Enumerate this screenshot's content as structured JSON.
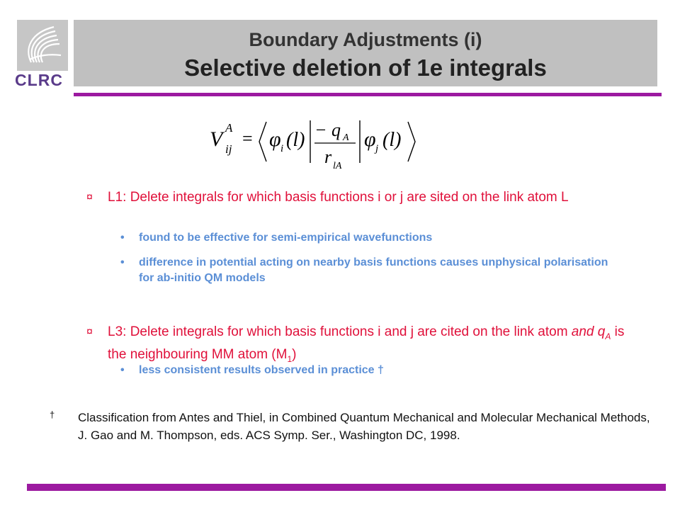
{
  "logo": {
    "text": "CLRC"
  },
  "header": {
    "title": "Boundary Adjustments (i)",
    "subtitle": "Selective deletion of 1e integrals"
  },
  "formula": {
    "lhs_symbol": "V",
    "lhs_sub": "ij",
    "lhs_sup": "A",
    "equals": "=",
    "phi_i": "φ",
    "phi_i_sub": "i",
    "arg_i": "(l)",
    "numerator": "− q",
    "numerator_sub": "A",
    "denominator": "r",
    "denominator_sub": "lA",
    "phi_j": "φ",
    "phi_j_sub": "j",
    "arg_j": "(l)"
  },
  "items": [
    {
      "marker": "¤",
      "text": "L1: Delete integrals for which basis functions i or j are sited on the link atom L",
      "subs": [
        "found to be effective for semi-empirical wavefunctions",
        "difference in potential acting on nearby basis functions causes unphysical polarisation for ab-initio QM models"
      ]
    },
    {
      "marker": "¤",
      "text_a": "L3: Delete integrals for which basis functions i and j are cited on the link atom ",
      "text_and": "and q",
      "text_and_sub": "A",
      "text_b": " is the neighbouring MM atom (M",
      "text_b_sub": "1",
      "text_c": ")",
      "subs": [
        "less consistent results observed in practice †"
      ]
    }
  ],
  "footnote": {
    "marker": "†",
    "text": "Classification from Antes and Thiel, in Combined Quantum Mechanical and Molecular Mechanical Methods, J. Gao and M. Thompson, eds. ACS Symp. Ser., Washington DC, 1998."
  },
  "colors": {
    "accent_rule": "#9c1aa0",
    "bullet_red": "#e0103a",
    "sub_blue": "#5b8fd6",
    "title_bg": "#c0c0c0"
  }
}
